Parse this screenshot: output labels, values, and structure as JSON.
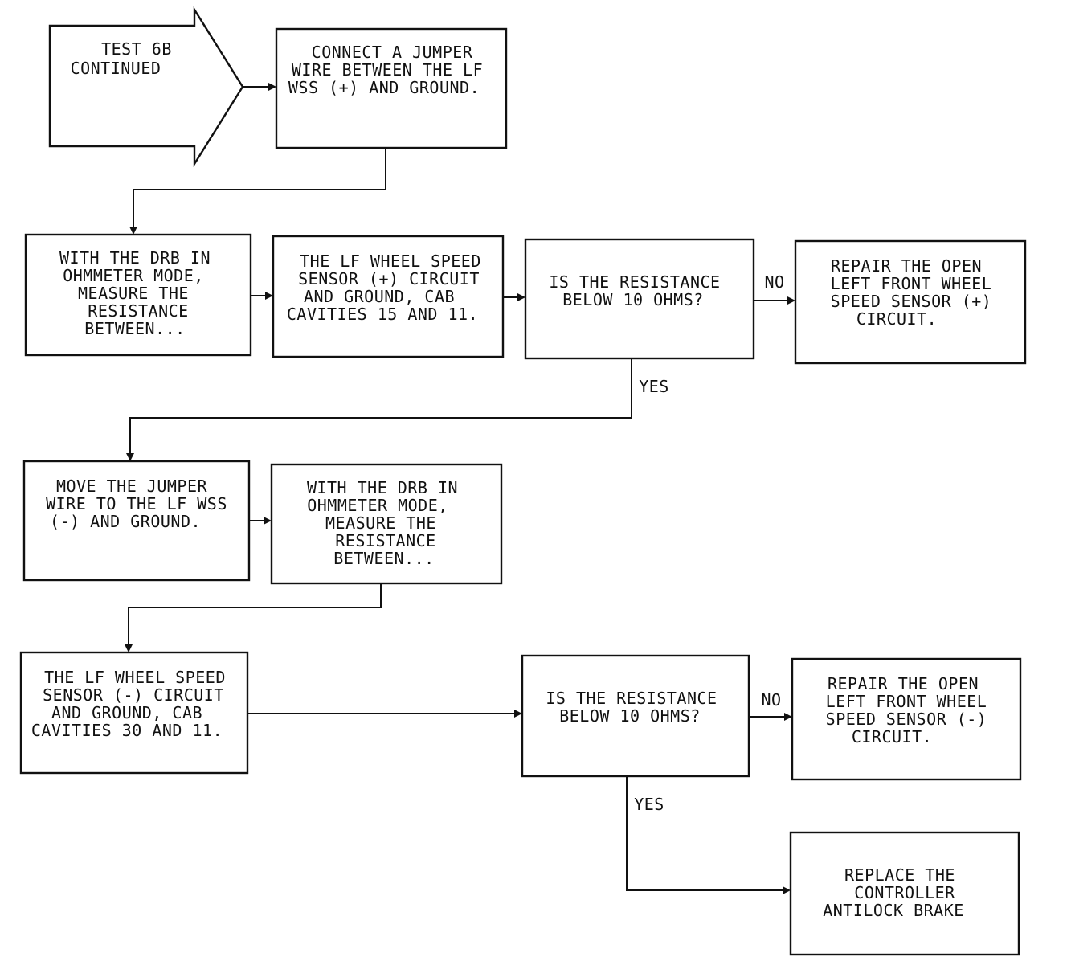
{
  "flowchart": {
    "start": {
      "lines": [
        "TEST 6B",
        "CONTINUED"
      ]
    },
    "step_connect_jumper": {
      "lines": [
        "CONNECT A JUMPER",
        "WIRE BETWEEN THE LF",
        "WSS (+) AND GROUND."
      ]
    },
    "step_measure_1": {
      "lines": [
        "WITH THE DRB IN",
        "OHMMETER MODE,",
        "MEASURE THE",
        "RESISTANCE",
        "BETWEEN..."
      ]
    },
    "step_circuit_plus": {
      "lines": [
        "THE LF WHEEL SPEED",
        "SENSOR (+) CIRCUIT",
        "AND GROUND, CAB",
        "CAVITIES 15 AND 11."
      ]
    },
    "decision_1": {
      "lines": [
        "IS THE RESISTANCE",
        "BELOW 10 OHMS?"
      ]
    },
    "repair_plus": {
      "lines": [
        "REPAIR THE OPEN",
        "LEFT FRONT WHEEL",
        "SPEED SENSOR (+)",
        "CIRCUIT."
      ]
    },
    "step_move_jumper": {
      "lines": [
        "MOVE THE JUMPER",
        "WIRE TO THE LF WSS",
        "(-) AND GROUND."
      ]
    },
    "step_measure_2": {
      "lines": [
        "WITH THE DRB IN",
        "OHMMETER MODE,",
        "MEASURE THE",
        "RESISTANCE",
        "BETWEEN..."
      ]
    },
    "step_circuit_minus": {
      "lines": [
        "THE LF WHEEL SPEED",
        "SENSOR (-) CIRCUIT",
        "AND GROUND, CAB",
        "CAVITIES 30 AND 11."
      ]
    },
    "decision_2": {
      "lines": [
        "IS THE RESISTANCE",
        "BELOW 10 OHMS?"
      ]
    },
    "repair_minus": {
      "lines": [
        "REPAIR THE OPEN",
        "LEFT FRONT WHEEL",
        "SPEED SENSOR (-)",
        "CIRCUIT."
      ]
    },
    "replace_controller": {
      "lines": [
        "REPLACE THE",
        "CONTROLLER",
        "ANTILOCK BRAKE"
      ]
    },
    "labels": {
      "no_1": "NO",
      "yes_1": "YES",
      "no_2": "NO",
      "yes_2": "YES"
    }
  }
}
